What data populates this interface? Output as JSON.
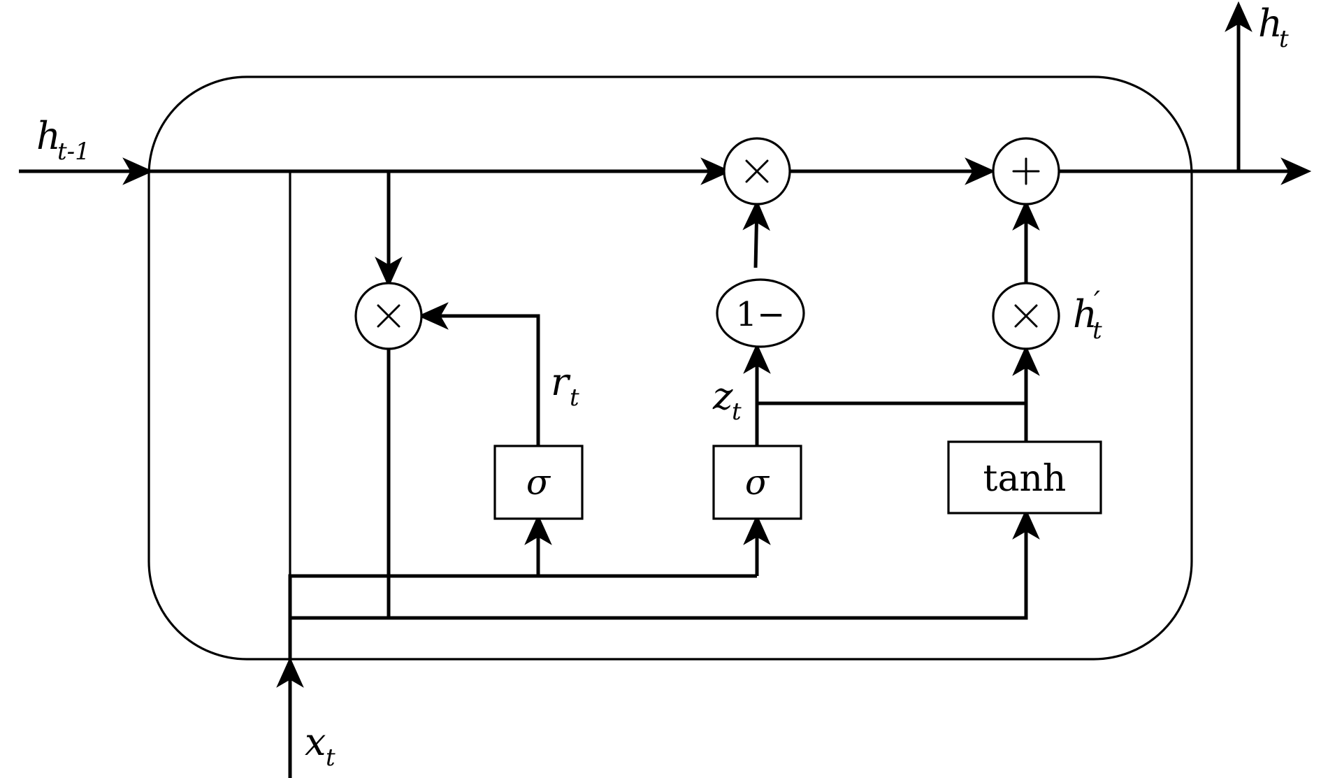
{
  "labels": {
    "h_prev_main": "h",
    "h_prev_sub": "t-1",
    "h_out_main": "h",
    "h_out_sub": "t",
    "x_in_main": "x",
    "x_in_sub": "t",
    "r_main": "r",
    "r_sub": "t",
    "z_main": "z",
    "z_sub": "t",
    "hcand_main": "h",
    "hcand_prime": "′",
    "hcand_sub": "t"
  },
  "nodes": {
    "reset_mult": "×",
    "update_mult": "×",
    "cand_mult": "×",
    "add": "+",
    "one_minus": "1−"
  },
  "boxes": {
    "sigma_r": "σ",
    "sigma_z": "σ",
    "tanh": "tanh"
  }
}
